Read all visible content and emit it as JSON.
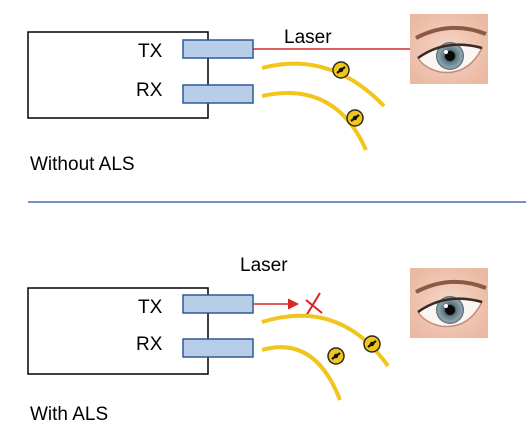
{
  "panels": [
    {
      "caption": "Without  ALS",
      "tx_label": "TX",
      "rx_label": "RX",
      "laser_label": "Laser",
      "laser_reaches_eye": true
    },
    {
      "caption": "With  ALS",
      "tx_label": "TX",
      "rx_label": "RX",
      "laser_label": "Laser",
      "laser_reaches_eye": false
    }
  ],
  "colors": {
    "port_fill": "#b8cde8",
    "port_stroke": "#2e5a98",
    "laser": "#d42a2a",
    "fiber": "#f2c51d",
    "divider": "#2a4aa8",
    "block_cross": "#e02020"
  }
}
